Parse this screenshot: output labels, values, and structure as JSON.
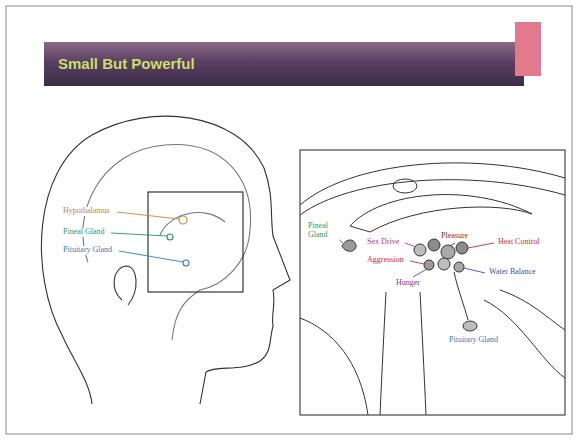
{
  "diagram": {
    "title": "Small But Powerful",
    "labels": [
      "Hypothalamus",
      "Pineal Gland",
      "Pituitary Gland",
      "Pineal Gland",
      "Sex Drive",
      "Pleasure",
      "Heat Control",
      "Aggression",
      "Water Balance",
      "Hunger",
      "Pituitary Gland"
    ]
  }
}
